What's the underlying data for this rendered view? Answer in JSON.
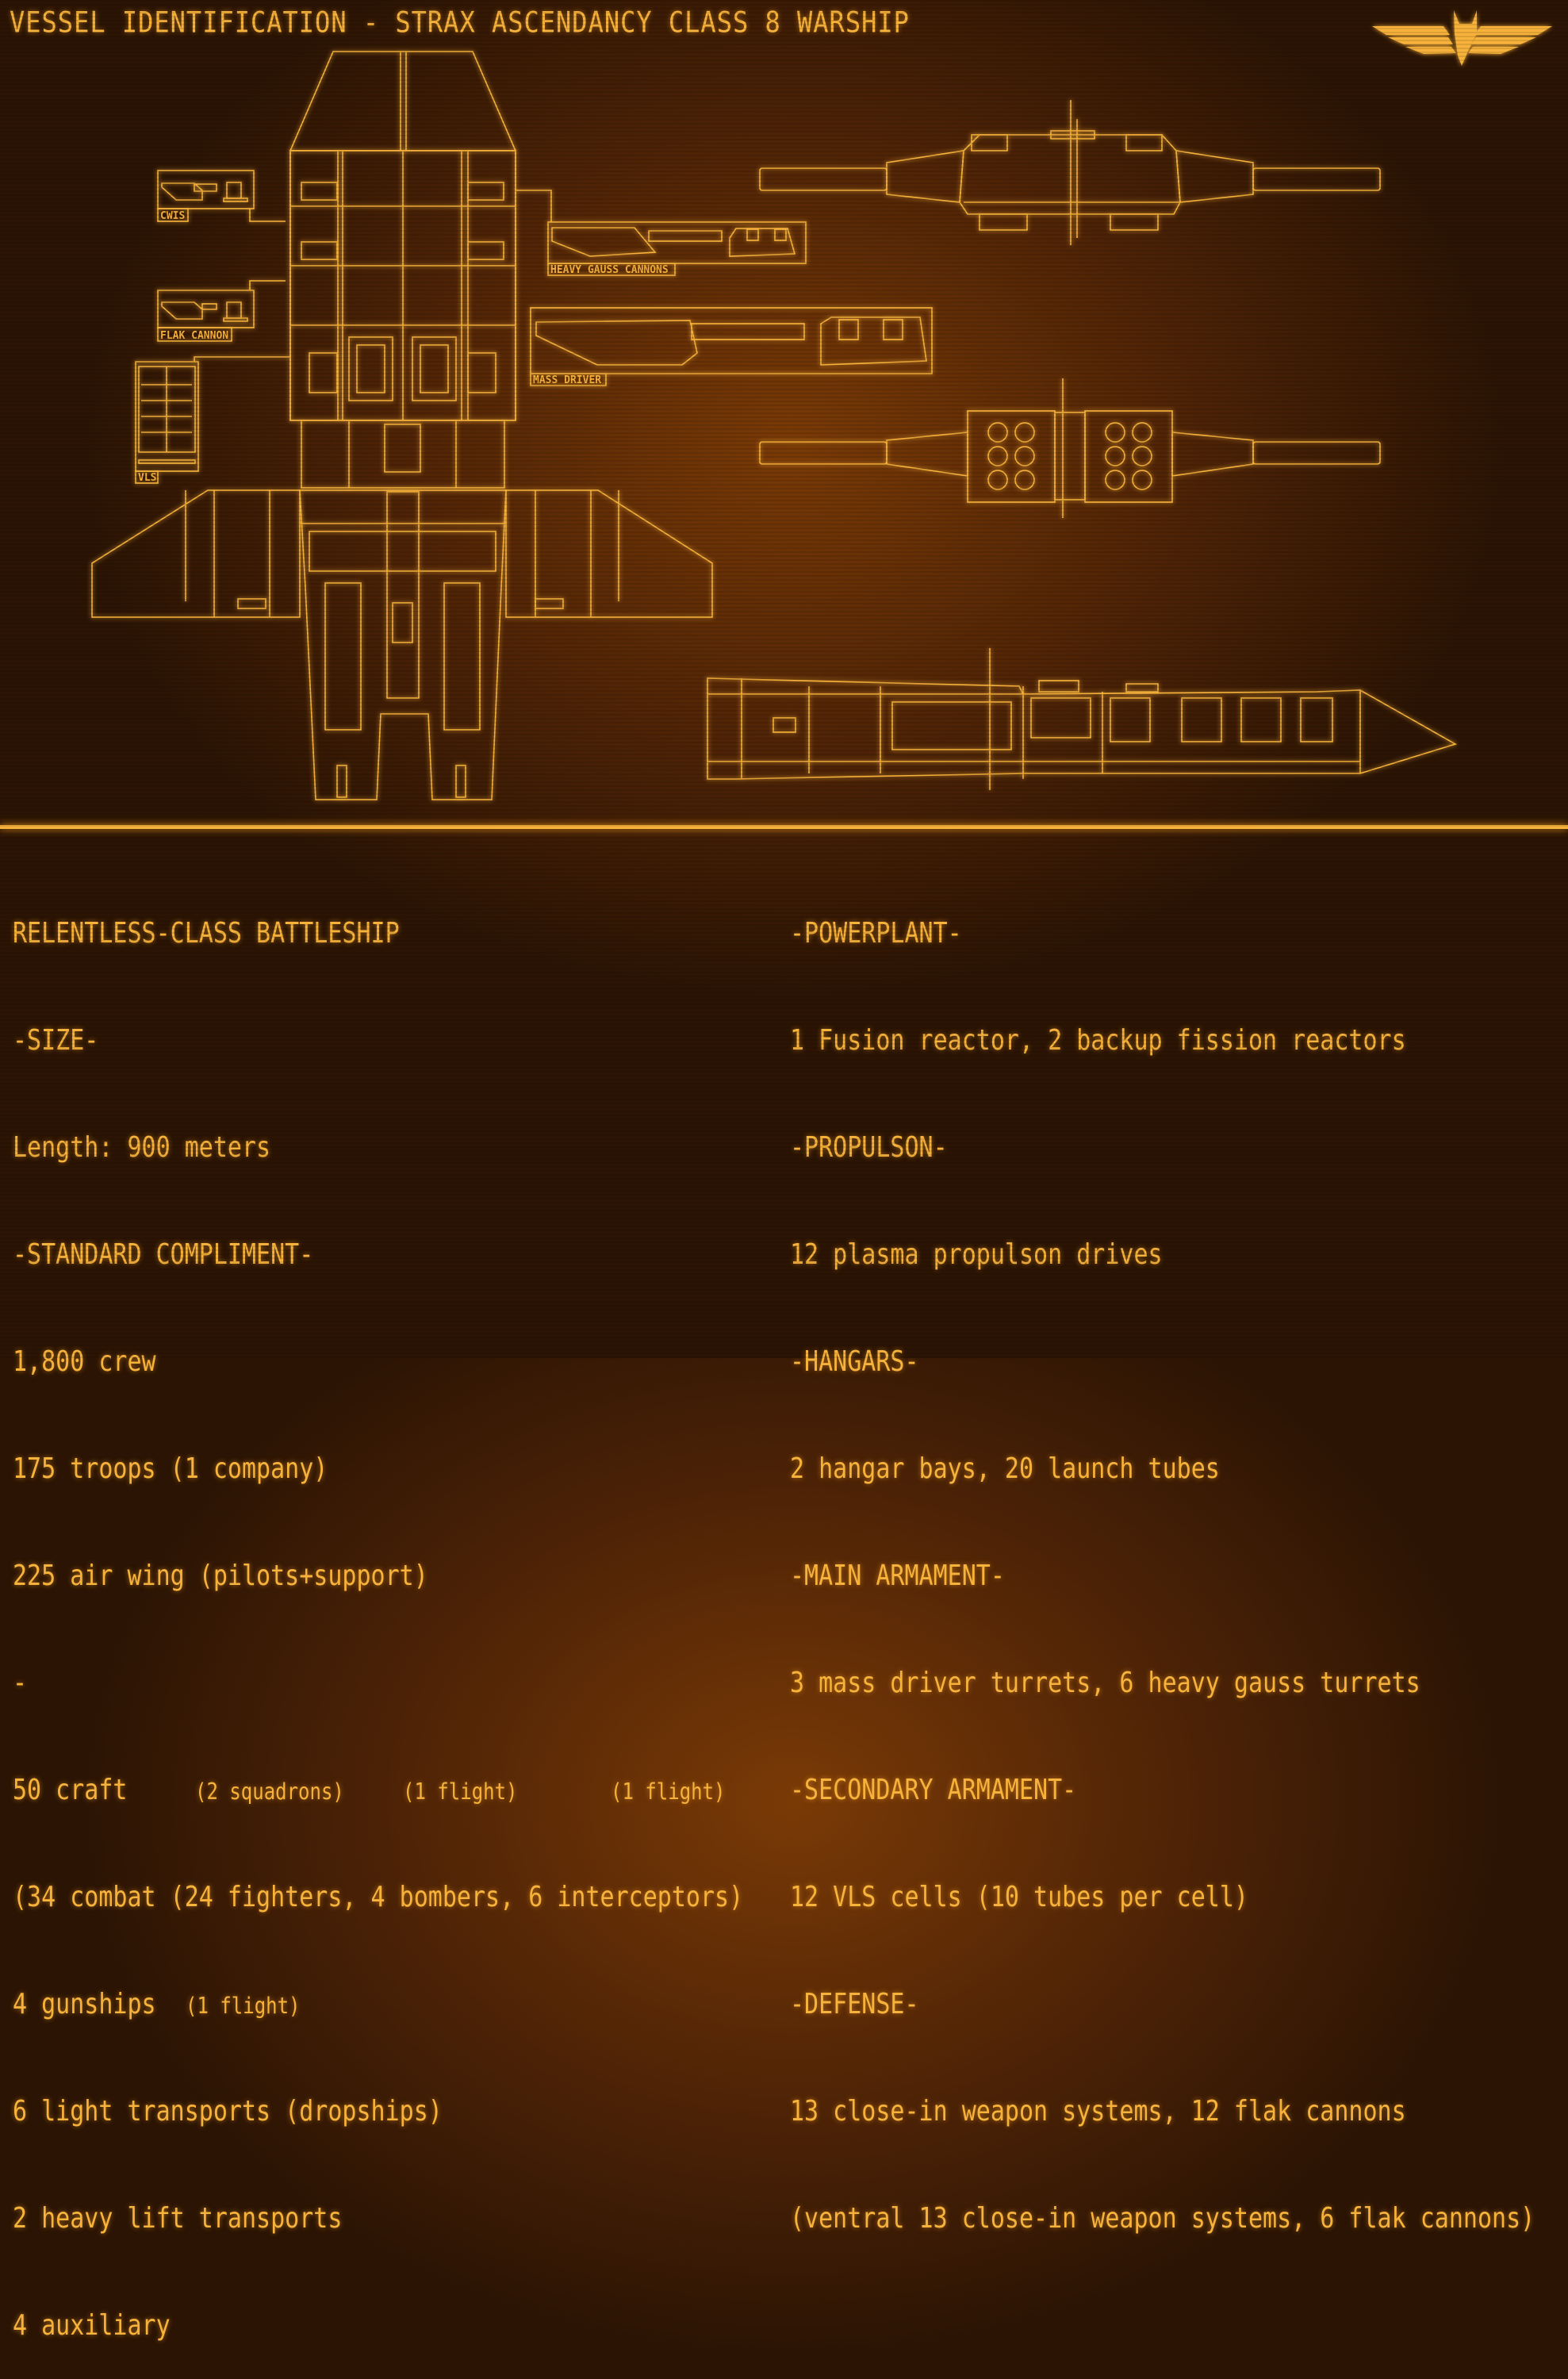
{
  "title": "VESSEL IDENTIFICATION - STRAX ASCENDANCY CLASS 8 WARSHIP",
  "logo": {
    "icon": "winged-fox-emblem"
  },
  "colors": {
    "accent": "#f7b23b",
    "background": "#4e2306"
  },
  "schematic_labels": {
    "cwis": "CWIS",
    "flak": "FLAK CANNON",
    "vls": "VLS",
    "gauss": "HEAVY GAUSS CANNONS",
    "mass_driver": "MASS DRIVER"
  },
  "left": {
    "heading": "RELENTLESS-CLASS BATTLESHIP",
    "size_header": "-SIZE-",
    "length": "Length: 900 meters",
    "compliment_header": "-STANDARD COMPLIMENT-",
    "crew": "1,800 crew",
    "troops": "175 troops (1 company)",
    "air_wing": "225 air wing (pilots+support)",
    "separator": "-",
    "craft": "50 craft",
    "craft_note1": "(2 squadrons)",
    "craft_note2": "(1 flight)",
    "craft_note3": "(1 flight)",
    "combat": "(34 combat (24 fighters, 4 bombers, 6 interceptors)",
    "gunships": "4 gunships",
    "gunships_note": "(1 flight)",
    "light_transports": "6 light transports (dropships)",
    "heavy_lift": "2 heavy lift transports",
    "auxiliary": "4 auxiliary"
  },
  "right": {
    "powerplant_header": "-POWERPLANT-",
    "powerplant": "1 Fusion reactor, 2 backup fission reactors",
    "propulsion_header": "-PROPULSON-",
    "propulsion": "12 plasma propulson drives",
    "hangars_header": "-HANGARS-",
    "hangars": "2 hangar bays, 20 launch tubes",
    "main_header": "-MAIN ARMAMENT-",
    "main": "3 mass driver turrets, 6 heavy gauss turrets",
    "secondary_header": "-SECONDARY ARMAMENT-",
    "secondary": "12 VLS cells (10 tubes per cell)",
    "defense_header": "-DEFENSE-",
    "defense": "13 close-in weapon systems, 12 flak cannons",
    "ventral": "(ventral 13 close-in weapon systems, 6 flak cannons)"
  }
}
